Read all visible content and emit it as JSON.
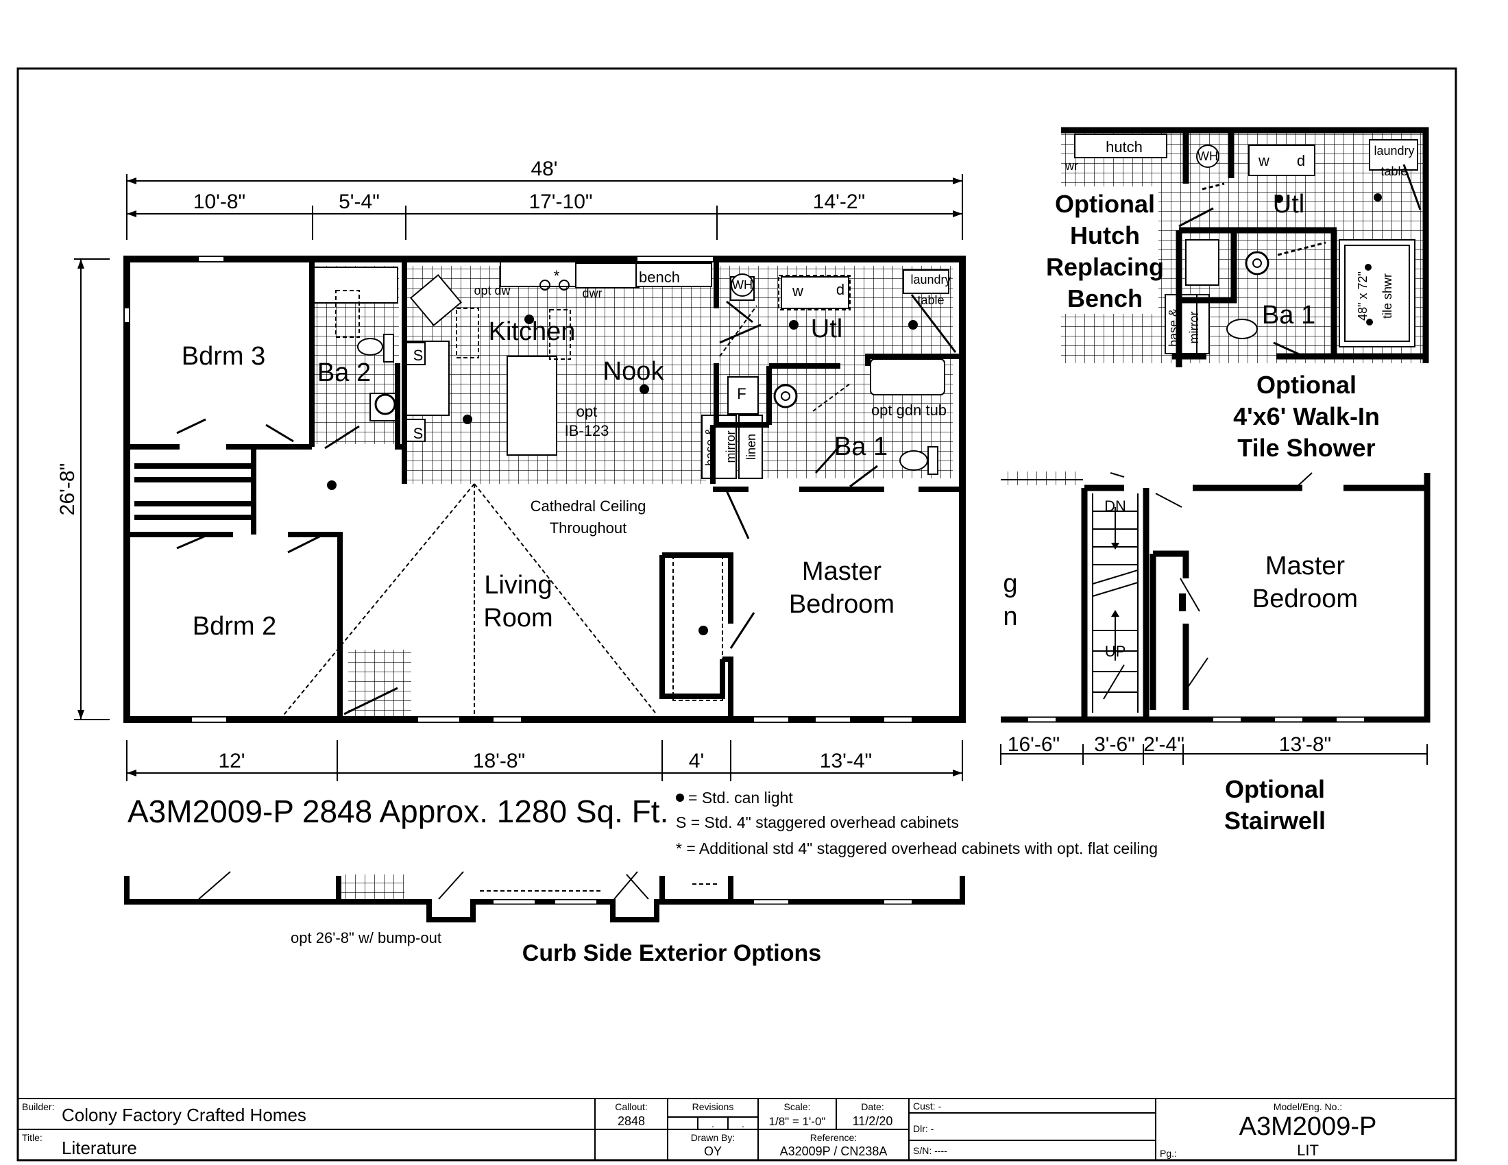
{
  "plan": {
    "overall_width": "48'",
    "top_dims": [
      "10'-8\"",
      "5'-4\"",
      "17'-10\"",
      "14'-2\""
    ],
    "side_dim": "26'-8\"",
    "bottom_dims": [
      "12'",
      "18'-8\"",
      "4'",
      "13'-4\""
    ],
    "title": "A3M2009-P 2848  Approx. 1280 Sq. Ft.",
    "cathedral_note_1": "Cathedral Ceiling",
    "cathedral_note_2": "Throughout",
    "rooms": {
      "bdrm3": "Bdrm 3",
      "bdrm2": "Bdrm 2",
      "ba2": "Ba 2",
      "kitchen": "Kitchen",
      "nook": "Nook",
      "living_1": "Living",
      "living_2": "Room",
      "utl": "Utl",
      "ba1": "Ba 1",
      "master_1": "Master",
      "master_2": "Bedroom"
    },
    "labels": {
      "bench": "bench",
      "opt_dw": "opt dw",
      "dwr": "dwr",
      "wh": "WH",
      "w": "w",
      "d": "d",
      "laundry": "laundry",
      "table": "table",
      "opt_gdn_tub": "opt gdn tub",
      "opt": "opt",
      "ib": "IB-123",
      "base_mirror": "base &",
      "mirror": "mirror",
      "linen": "linen",
      "s": "S",
      "star": "*",
      "f": "F"
    }
  },
  "legend": {
    "can_light": "= Std. can light",
    "s_cabinets": "S = Std. 4\" staggered overhead cabinets",
    "star_cabinets": "* = Additional std 4\" staggered overhead cabinets with opt. flat ceiling"
  },
  "curb_side": {
    "note": "opt 26'-8\" w/ bump-out",
    "title": "Curb Side Exterior Options"
  },
  "hutch_option": {
    "title_1": "Optional",
    "title_2": "Hutch",
    "title_3": "Replacing",
    "title_4": "Bench",
    "hutch": "hutch",
    "w": "w",
    "d": "d",
    "wh": "WH",
    "laundry": "laundry",
    "table": "table",
    "utl": "Utl",
    "ba1": "Ba 1",
    "shower": "48\" x 72\"",
    "shower2": "tile shwr",
    "base": "base &",
    "mirror": "mirror",
    "wr": "wr"
  },
  "shower_option": {
    "title_1": "Optional",
    "title_2": "4'x6' Walk-In",
    "title_3": "Tile Shower"
  },
  "stair_option": {
    "dn": "DN",
    "up": "UP",
    "master_1": "Master",
    "master_2": "Bedroom",
    "partial_1": "g",
    "partial_2": "n",
    "dims": [
      "16'-6\"",
      "3'-6\"",
      "2'-4\"",
      "13'-8\""
    ],
    "title_1": "Optional",
    "title_2": "Stairwell"
  },
  "title_block": {
    "builder_label": "Builder:",
    "builder": "Colony Factory Crafted Homes",
    "title_label": "Title:",
    "title": "Literature",
    "callout_label": "Callout:",
    "callout": "2848",
    "revisions_label": "Revisions",
    "rev_marks": [
      ".",
      "."
    ],
    "drawn_label": "Drawn By:",
    "drawn": "OY",
    "scale_label": "Scale:",
    "scale": "1/8\" = 1'-0\"",
    "date_label": "Date:",
    "date": "11/2/20",
    "reference_label": "Reference:",
    "reference": "A32009P / CN238A",
    "cust": "Cust: -",
    "dlr": "Dlr:  -",
    "sn": "S/N:  ----",
    "model_label": "Model/Eng. No.:",
    "model": "A3M2009-P",
    "pg_label": "Pg.:",
    "pg": "LIT"
  }
}
